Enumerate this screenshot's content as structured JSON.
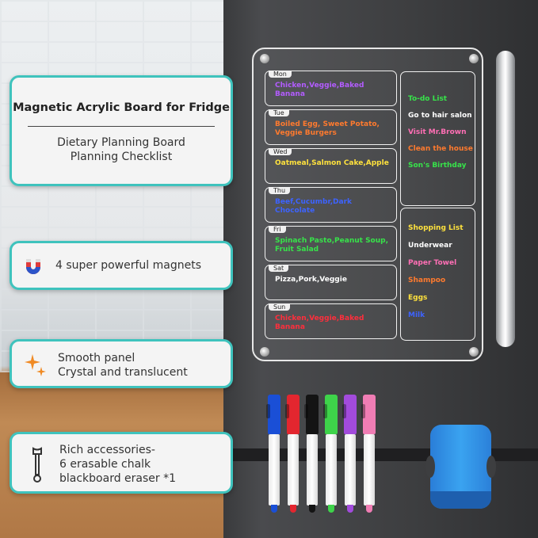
{
  "cards": {
    "main": {
      "title": "Magnetic Acrylic Board for Fridge",
      "subtitle_line1": "Dietary Planning Board",
      "subtitle_line2": "Planning Checklist"
    },
    "magnets": {
      "text": "4 super powerful magnets",
      "icon": "magnet-icon"
    },
    "panel": {
      "line1": "Smooth panel",
      "line2": "Crystal and translucent",
      "icon": "sparkle-icon"
    },
    "accessories": {
      "line1": "Rich accessories-",
      "line2": "6 erasable chalk",
      "line3": "blackboard eraser *1",
      "icon": "wrench-icon"
    }
  },
  "board": {
    "days": [
      {
        "tag": "Mon",
        "text": "Chicken,Veggie,Baked Banana",
        "color": "#b35cff"
      },
      {
        "tag": "Tue",
        "text": "Boiled Egg, Sweet Potato, Veggie Burgers",
        "color": "#ff7a2e"
      },
      {
        "tag": "Wed",
        "text": "Oatmeal,Salmon Cake,Apple",
        "color": "#ffe23d"
      },
      {
        "tag": "Thu",
        "text": "Beef,Cucumbr,Dark Chocolate",
        "color": "#3d63ff"
      },
      {
        "tag": "Fri",
        "text": "Spinach Pasto,Peanut Soup, Fruit Salad",
        "color": "#37e34a"
      },
      {
        "tag": "Sat",
        "text": "Pizza,Pork,Veggie",
        "color": "#ffffff"
      },
      {
        "tag": "Sun",
        "text": "Chicken,Veggie,Baked Banana",
        "color": "#ff2e3c"
      }
    ],
    "todo": {
      "items": [
        {
          "text": "To-do List",
          "color": "#37e34a"
        },
        {
          "text": "Go to hair salon",
          "color": "#ffffff"
        },
        {
          "text": "Visit Mr.Brown",
          "color": "#ff6fb5"
        },
        {
          "text": "Clean the house",
          "color": "#ff7a2e"
        },
        {
          "text": "Son's  Birthday",
          "color": "#37e34a"
        }
      ]
    },
    "shopping": {
      "items": [
        {
          "text": "Shopping List",
          "color": "#ffe23d"
        },
        {
          "text": "Underwear",
          "color": "#ffffff"
        },
        {
          "text": "Paper Towel",
          "color": "#ff6fb5"
        },
        {
          "text": "Shampoo",
          "color": "#ff7a2e"
        },
        {
          "text": "Eggs",
          "color": "#ffe23d"
        },
        {
          "text": "Milk",
          "color": "#3d63ff"
        }
      ]
    }
  },
  "markers": [
    {
      "color": "#1a4fd6",
      "name": "blue-marker"
    },
    {
      "color": "#e3262f",
      "name": "red-marker"
    },
    {
      "color": "#141414",
      "name": "black-marker"
    },
    {
      "color": "#3ed34a",
      "name": "green-marker"
    },
    {
      "color": "#a24bdc",
      "name": "purple-marker"
    },
    {
      "color": "#f07db4",
      "name": "pink-marker"
    }
  ],
  "colors": {
    "card_border": "#3fc3bd",
    "fridge": "#3d3e40"
  }
}
